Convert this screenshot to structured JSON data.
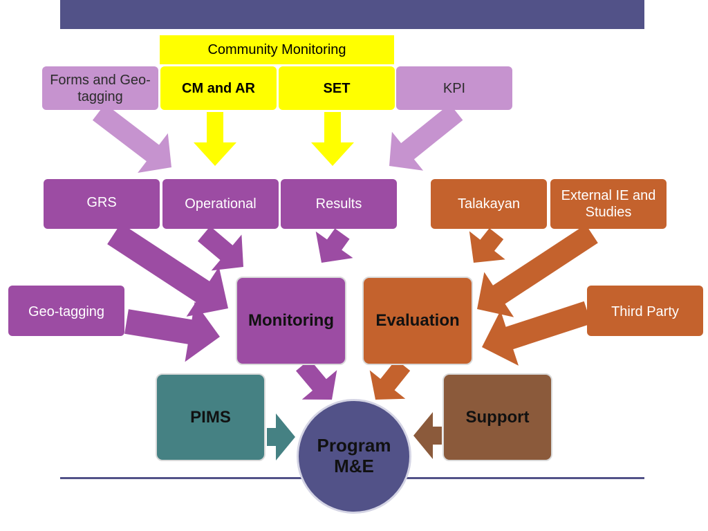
{
  "colors": {
    "banner": "#525288",
    "yellow": "#ffff00",
    "lilac": "#c693cf",
    "purple": "#9c4ca3",
    "orange": "#c4622d",
    "teal": "#458183",
    "brown": "#8b5a3b",
    "navy": "#525288"
  },
  "top_row": {
    "community_monitoring": "Community Monitoring",
    "forms_geotagging": "Forms and Geo-tagging",
    "cm_ar": "CM and AR",
    "set": "SET",
    "kpi": "KPI"
  },
  "second_row": {
    "grs": "GRS",
    "operational": "Operational",
    "results": "Results",
    "talakayan": "Talakayan",
    "external_ie": "External IE and Studies"
  },
  "middle_row": {
    "geo_tagging": "Geo-tagging",
    "monitoring": "Monitoring",
    "evaluation": "Evaluation",
    "third_party": "Third Party"
  },
  "bottom_row": {
    "pims": "PIMS",
    "program_me": "Program M&E",
    "support": "Support"
  }
}
